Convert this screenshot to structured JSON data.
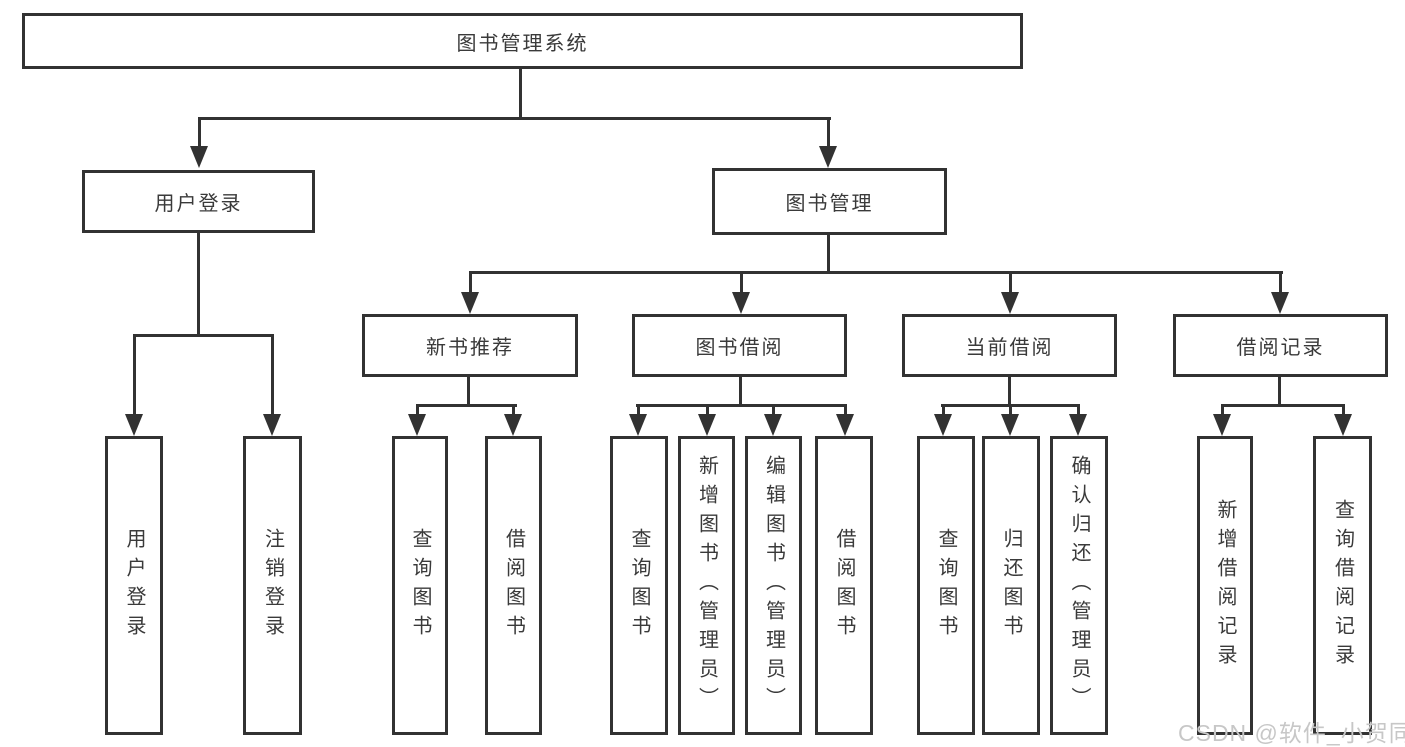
{
  "root": {
    "label": "图书管理系统",
    "children": [
      {
        "label": "用户登录",
        "children": [
          {
            "label": "用户登录"
          },
          {
            "label": "注销登录"
          }
        ]
      },
      {
        "label": "图书管理",
        "children": [
          {
            "label": "新书推荐",
            "children": [
              {
                "label": "查询图书"
              },
              {
                "label": "借阅图书"
              }
            ]
          },
          {
            "label": "图书借阅",
            "children": [
              {
                "label": "查询图书"
              },
              {
                "label": "新增图书（管理员）"
              },
              {
                "label": "编辑图书（管理员）"
              },
              {
                "label": "借阅图书"
              }
            ]
          },
          {
            "label": "当前借阅",
            "children": [
              {
                "label": "查询图书"
              },
              {
                "label": "归还图书"
              },
              {
                "label": "确认归还（管理员）"
              }
            ]
          },
          {
            "label": "借阅记录",
            "children": [
              {
                "label": "新增借阅记录"
              },
              {
                "label": "查询借阅记录"
              }
            ]
          }
        ]
      }
    ]
  },
  "watermark": {
    "text": "CSDN @软件_小贺同学"
  },
  "colors": {
    "line": "#323232",
    "text": "#3a3a3a",
    "watermark": "#c7c7c7",
    "background": "#ffffff"
  }
}
